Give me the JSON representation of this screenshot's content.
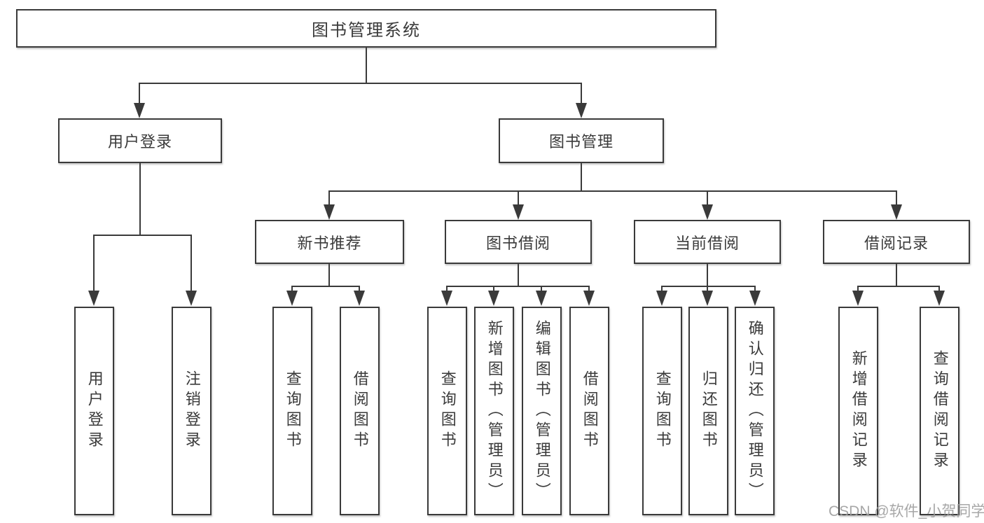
{
  "diagram": {
    "root": {
      "label": "图书管理系统"
    },
    "level2": [
      {
        "label": "用户登录"
      },
      {
        "label": "图书管理"
      }
    ],
    "level3": [
      {
        "label": "新书推荐"
      },
      {
        "label": "图书借阅"
      },
      {
        "label": "当前借阅"
      },
      {
        "label": "借阅记录"
      }
    ],
    "leaves": {
      "login": [
        {
          "label": "用户登录"
        },
        {
          "label": "注销登录"
        }
      ],
      "newbook": [
        {
          "label": "查询图书"
        },
        {
          "label": "借阅图书"
        }
      ],
      "borrow": [
        {
          "label": "查询图书"
        },
        {
          "label": "新增图书（管理员）"
        },
        {
          "label": "编辑图书（管理员）"
        },
        {
          "label": "借阅图书"
        }
      ],
      "current": [
        {
          "label": "查询图书"
        },
        {
          "label": "归还图书"
        },
        {
          "label": "确认归还（管理员）"
        }
      ],
      "records": [
        {
          "label": "新增借阅记录"
        },
        {
          "label": "查询借阅记录"
        }
      ]
    }
  },
  "watermark": {
    "text": "CSDN @软件_小贺同学"
  },
  "colors": {
    "line": "#3a3a3a",
    "text": "#3a3a3a",
    "box_background": "#ffffff",
    "watermark": "#9e9e9e",
    "background": "#ffffff"
  }
}
